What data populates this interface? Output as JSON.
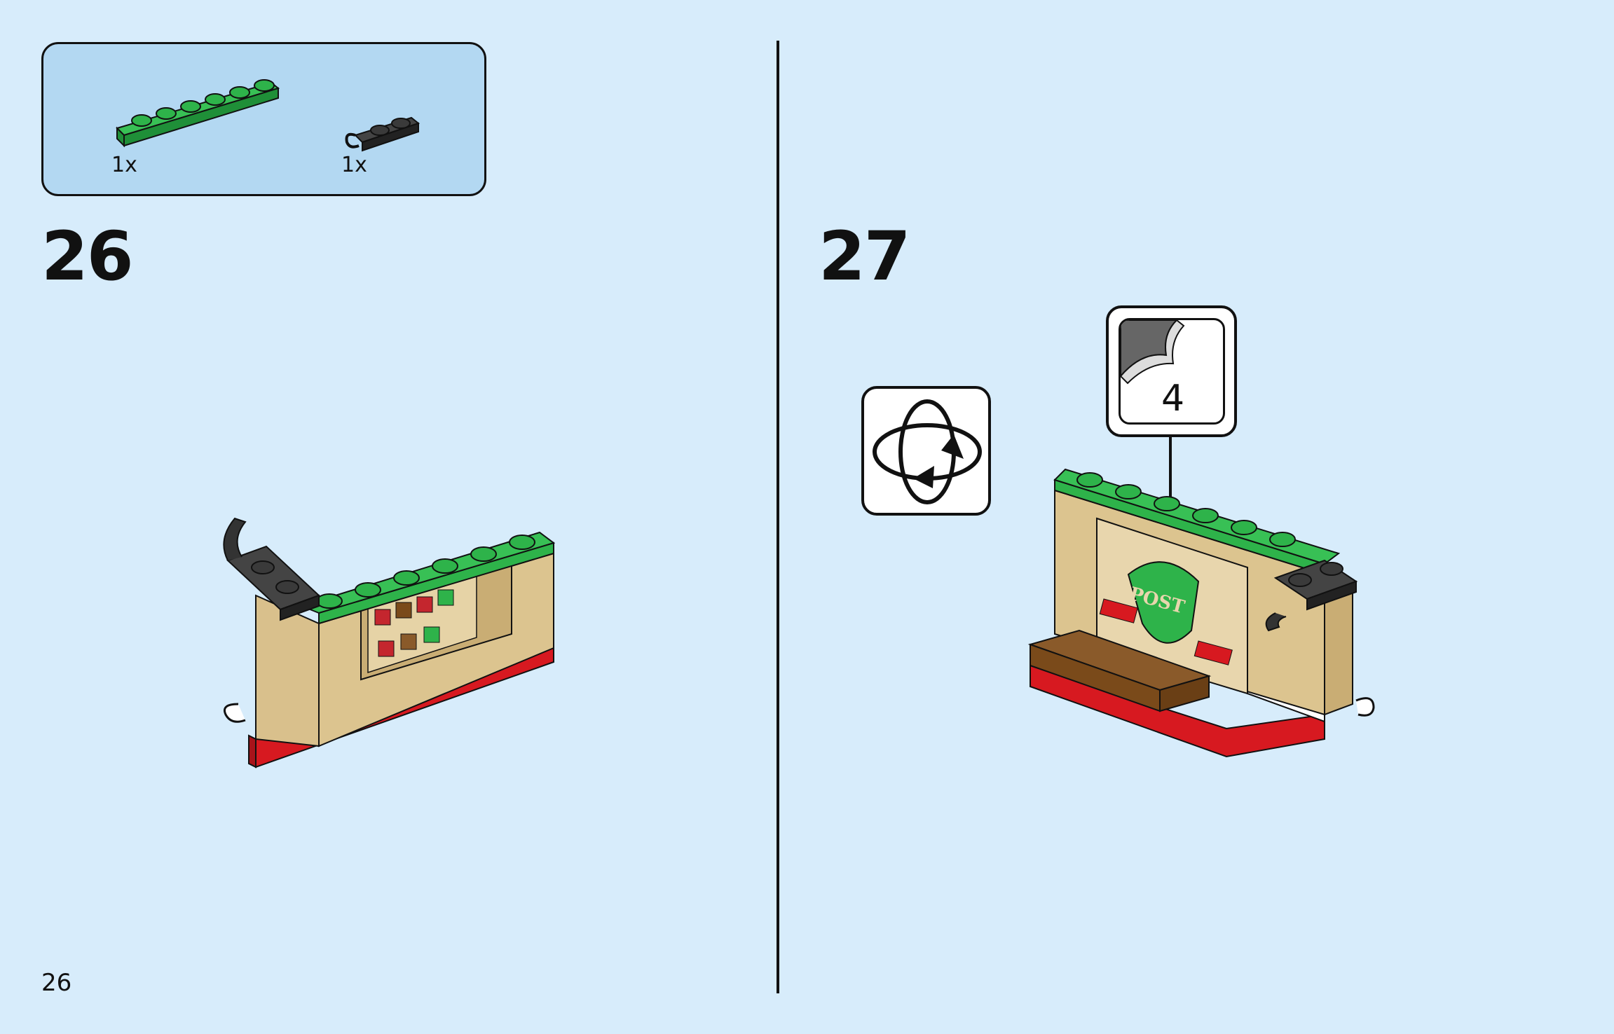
{
  "parts_list": [
    {
      "part": "green-plate-1x6",
      "quantity": "1x"
    },
    {
      "part": "black-plate-1x2-clip",
      "quantity": "1x"
    }
  ],
  "steps": [
    {
      "number": "26"
    },
    {
      "number": "27",
      "callout_count": "4",
      "icon": "rotate-model-icon"
    }
  ],
  "page_number": "26",
  "colors": {
    "background": "#d7ecfb",
    "parts_box": "#b3d8f2",
    "green": "#2eb34a",
    "tan": "#d9c08c",
    "red": "#d71920",
    "black": "#2b2b2b",
    "brown": "#7a4a1a"
  }
}
